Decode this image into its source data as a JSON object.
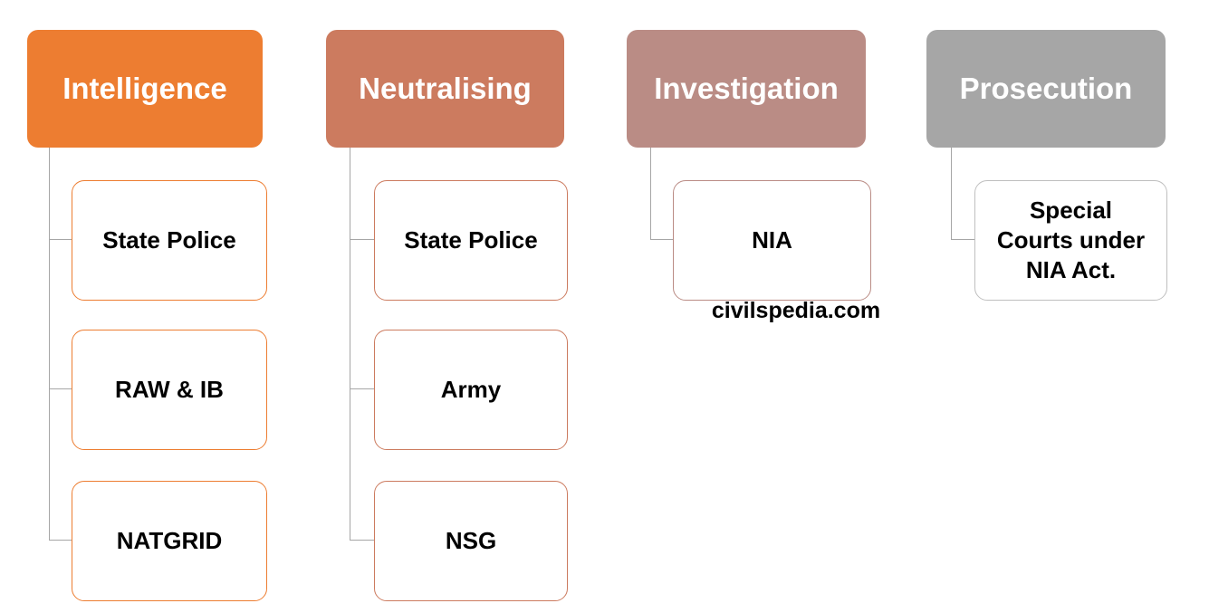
{
  "watermark": "civilspedia.com",
  "colors": {
    "connector": "#a6a6a6",
    "header_text": "#ffffff",
    "child_text": "#000000",
    "background": "#ffffff"
  },
  "columns": [
    {
      "header": "Intelligence",
      "fill": "#ed7d31",
      "child_border": "#ed7d31",
      "children": [
        [
          "State Police"
        ],
        [
          "RAW & IB"
        ],
        [
          "NATGRID"
        ]
      ]
    },
    {
      "header": "Neutralising",
      "fill": "#cc7b5f",
      "child_border": "#cc7b5f",
      "children": [
        [
          "State Police"
        ],
        [
          "Army"
        ],
        [
          "NSG"
        ]
      ]
    },
    {
      "header": "Investigation",
      "fill": "#ba8c85",
      "child_border": "#ba8c85",
      "children": [
        [
          "NIA"
        ]
      ]
    },
    {
      "header": "Prosecution",
      "fill": "#a6a6a6",
      "child_border": "#bfbfbf",
      "children": [
        [
          "Special",
          "Courts under",
          "NIA Act."
        ]
      ]
    }
  ]
}
